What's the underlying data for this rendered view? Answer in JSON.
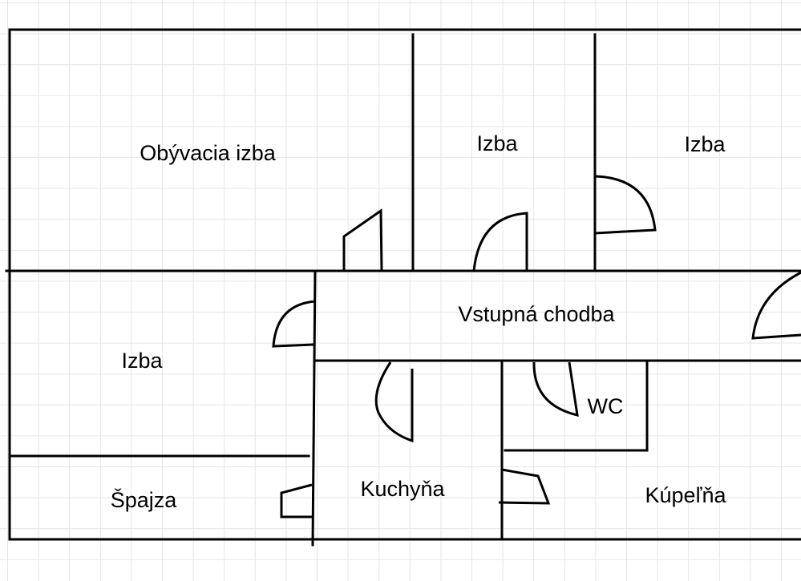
{
  "floor_plan": {
    "rooms": [
      {
        "id": "living",
        "label": "Obývacia izba"
      },
      {
        "id": "room1",
        "label": "Izba"
      },
      {
        "id": "room2",
        "label": "Izba"
      },
      {
        "id": "hall",
        "label": "Vstupná chodba"
      },
      {
        "id": "room3",
        "label": "Izba"
      },
      {
        "id": "wc",
        "label": "WC"
      },
      {
        "id": "kitchen",
        "label": "Kuchyňa"
      },
      {
        "id": "pantry",
        "label": "Špajza"
      },
      {
        "id": "bathroom",
        "label": "Kúpeľňa"
      }
    ],
    "colors": {
      "wall": "#000000",
      "grid": "#e6e6e6",
      "background": "#ffffff"
    }
  }
}
